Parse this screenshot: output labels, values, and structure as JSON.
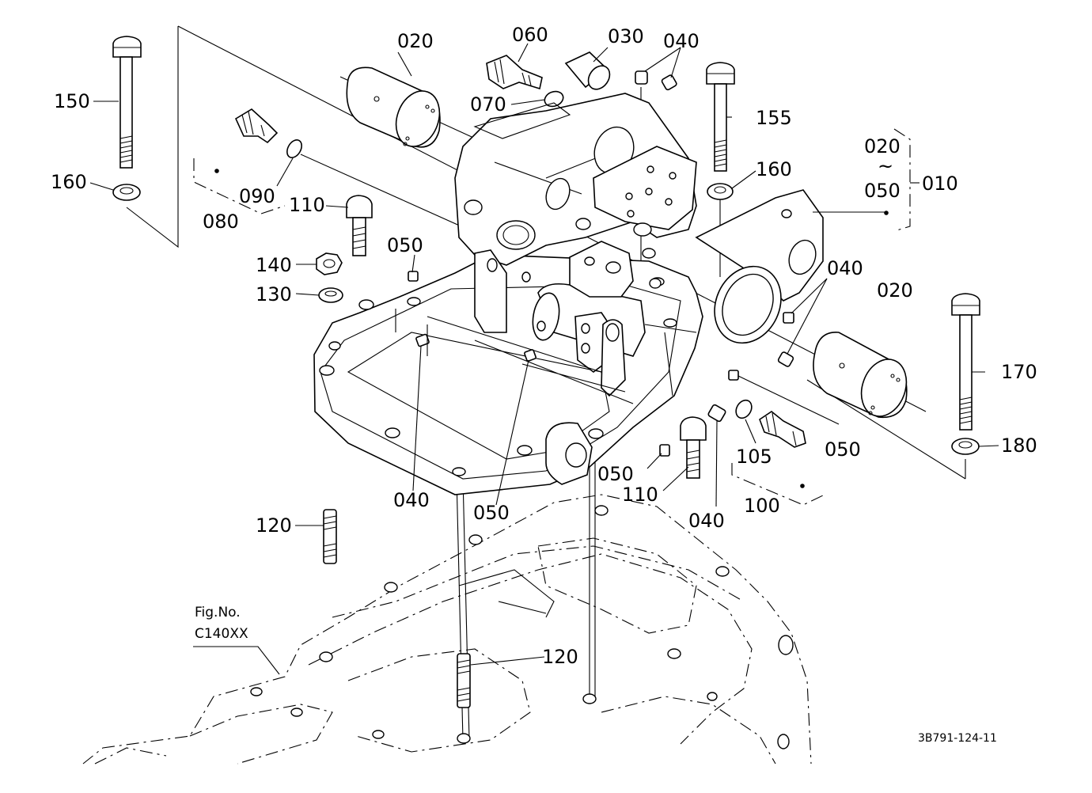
{
  "diagram_id": "3B791-124-11",
  "figure_ref": {
    "line1": "Fig.No.",
    "line2": "C140XX"
  },
  "callouts": {
    "c020_top": "020",
    "c060": "060",
    "c030": "030",
    "c040_top": "040",
    "c150": "150",
    "c070": "070",
    "c155": "155",
    "c160_left": "160",
    "c160_right": "160",
    "c090": "090",
    "c080": "080",
    "c110_left": "110",
    "c050_a": "050",
    "c140": "140",
    "c130": "130",
    "c040_right": "040",
    "c020_right": "020",
    "c170": "170",
    "c180": "180",
    "c050_right": "050",
    "c105": "105",
    "c100": "100",
    "c040_bottom": "040",
    "c050_b": "050",
    "c110_bottom": "110",
    "c040_left": "040",
    "c050_c": "050",
    "c120_left": "120",
    "c120_bottom": "120"
  },
  "assembly_bracket": {
    "from": "020",
    "tilde": "~",
    "to": "050",
    "assembly": "010"
  }
}
